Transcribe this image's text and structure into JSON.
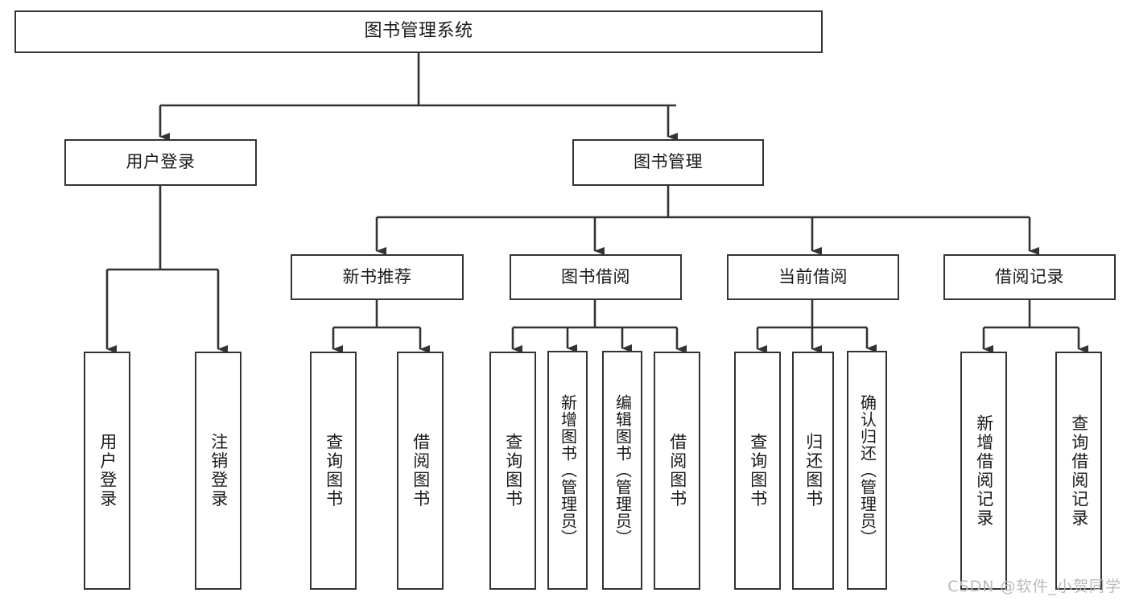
{
  "diagram": {
    "title": "图书管理系统",
    "type": "hierarchy-tree",
    "root": {
      "label": "图书管理系统",
      "children": [
        {
          "label": "用户登录",
          "children": [
            {
              "label": "用户登录"
            },
            {
              "label": "注销登录"
            }
          ]
        },
        {
          "label": "图书管理",
          "children": [
            {
              "label": "新书推荐",
              "children": [
                {
                  "label": "查询图书"
                },
                {
                  "label": "借阅图书"
                }
              ]
            },
            {
              "label": "图书借阅",
              "children": [
                {
                  "label": "查询图书"
                },
                {
                  "label": "新增图书（管理员）"
                },
                {
                  "label": "编辑图书（管理员）"
                },
                {
                  "label": "借阅图书"
                }
              ]
            },
            {
              "label": "当前借阅",
              "children": [
                {
                  "label": "查询图书"
                },
                {
                  "label": "归还图书"
                },
                {
                  "label": "确认归还（管理员）"
                }
              ]
            },
            {
              "label": "借阅记录",
              "children": [
                {
                  "label": "新增借阅记录"
                },
                {
                  "label": "查询借阅记录"
                }
              ]
            }
          ]
        }
      ]
    },
    "nodes": {
      "root": "图书管理系统",
      "user_login": "用户登录",
      "book_manage": "图书管理",
      "new_book_rec": "新书推荐",
      "book_borrow": "图书借阅",
      "current_borrow": "当前借阅",
      "borrow_record": "借阅记录"
    },
    "leaves": {
      "login_user": "用户登录",
      "logout": "注销登录",
      "rec_query": "查询图书",
      "rec_borrow": "借阅图书",
      "br_query": "查询图书",
      "br_add": "新增图书（管理员）",
      "br_edit": "编辑图书（管理员）",
      "br_borrow": "借阅图书",
      "cur_query": "查询图书",
      "cur_return": "归还图书",
      "cur_confirm": "确认归还（管理员）",
      "rec_add": "新增借阅记录",
      "rec_search": "查询借阅记录"
    },
    "colors": {
      "line": "#333333",
      "box_border": "#333333",
      "background": "#ffffff",
      "text": "#1a1a1a",
      "watermark": "#b9b9b9"
    },
    "watermark": "CSDN @软件_小贺同学"
  }
}
